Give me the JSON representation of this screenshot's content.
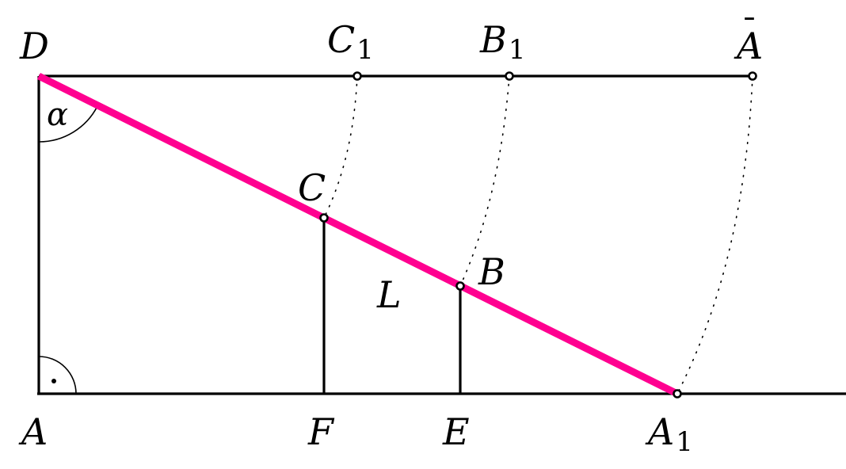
{
  "diagram": {
    "colors": {
      "stroke": "#000000",
      "highlight": "#ff0090",
      "background": "#ffffff"
    },
    "labels": {
      "D": "D",
      "C1": "C",
      "C1_sub": "1",
      "B1": "B",
      "B1_sub": "1",
      "A_bar": "A",
      "A_bar_accent": "¯",
      "alpha": "α",
      "C": "C",
      "B": "B",
      "L": "L",
      "A": "A",
      "F": "F",
      "E": "E",
      "A1": "A",
      "A1_sub": "1"
    }
  }
}
